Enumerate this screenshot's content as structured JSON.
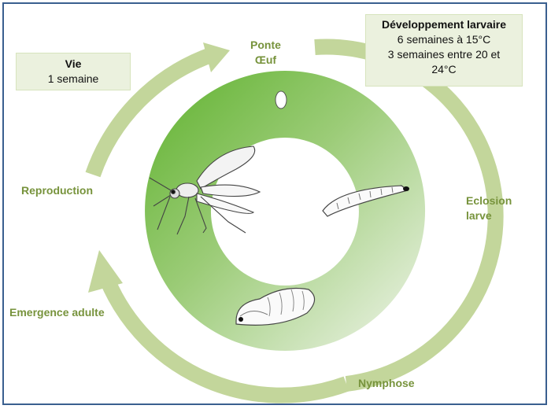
{
  "stages": {
    "ponte": [
      "Ponte",
      "Œuf"
    ],
    "eclosion": [
      "Eclosion",
      "larve"
    ],
    "nymphose": "Nymphose",
    "emergence": "Emergence adulte",
    "reproduction": "Reproduction"
  },
  "boxes": {
    "vie": {
      "title": "Vie",
      "text": "1 semaine"
    },
    "larvaire": {
      "title": "Développement larvaire",
      "lines": [
        "6 semaines à 15°C",
        "3 semaines entre 20 et",
        "24°C"
      ]
    }
  },
  "colors": {
    "label": "#77933c",
    "arrow": "#c3d69b",
    "ring_dark": "#6ab83a",
    "ring_light": "#eef3e6",
    "box_fill": "#ebf1de"
  }
}
